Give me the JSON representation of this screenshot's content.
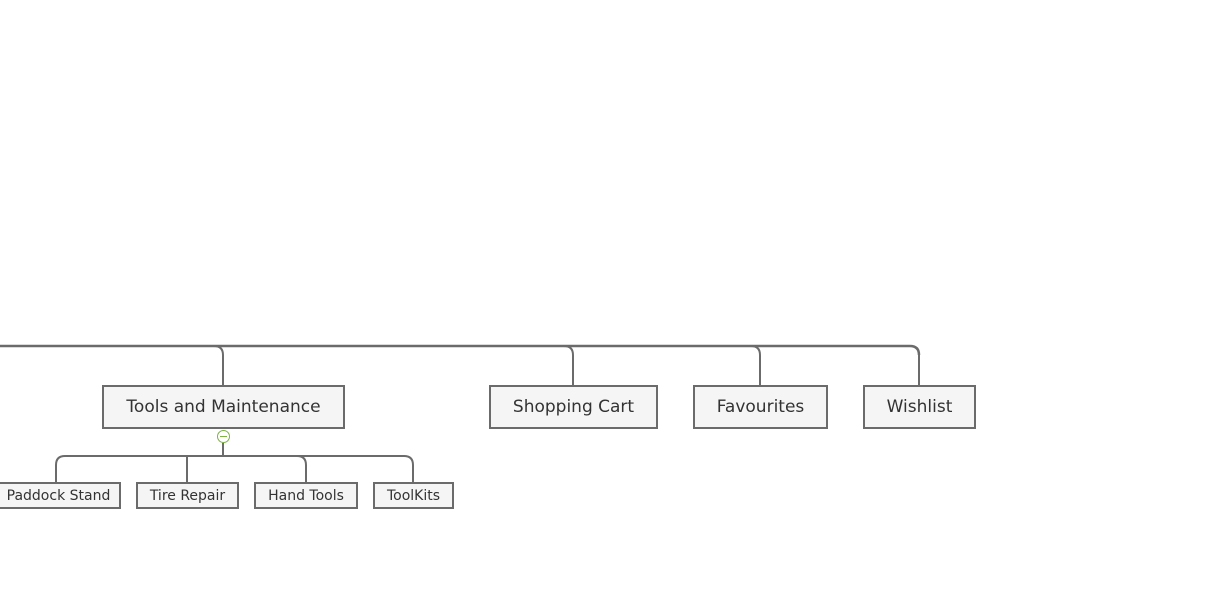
{
  "mindmap": {
    "main_topics": [
      {
        "label": "Tools and Maintenance",
        "collapsed": false
      },
      {
        "label": "Shopping Cart"
      },
      {
        "label": "Favourites"
      },
      {
        "label": "Wishlist"
      }
    ],
    "subtopics": [
      {
        "label": "Paddock Stand"
      },
      {
        "label": "Tire Repair"
      },
      {
        "label": "Hand Tools"
      },
      {
        "label": "ToolKits"
      }
    ],
    "colors": {
      "line": "#6b6b6b",
      "node_fill": "#f5f5f5",
      "node_border": "#6b6b6b",
      "toggle": "#7cb342"
    },
    "toggle_icon": "collapse-minus-icon"
  }
}
